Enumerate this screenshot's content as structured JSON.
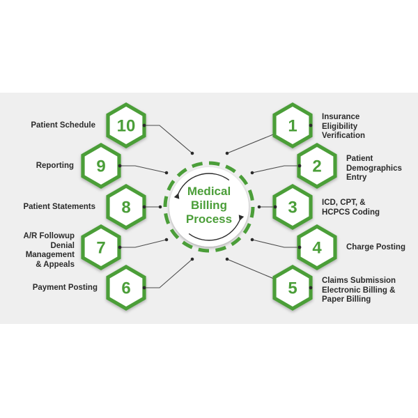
{
  "title_lines": [
    "Medical",
    "Billing",
    "Process"
  ],
  "colors": {
    "accent": "#4b9e39",
    "accent_light": "#7cc36a",
    "text": "#2b2b2b",
    "panel": "#efefef"
  },
  "steps": [
    {
      "number": "1",
      "label_lines": [
        "Insurance",
        "Eligibility",
        "Verification"
      ]
    },
    {
      "number": "2",
      "label_lines": [
        "Patient",
        "Demographics",
        "Entry"
      ]
    },
    {
      "number": "3",
      "label_lines": [
        "ICD, CPT, &",
        "HCPCS Coding"
      ]
    },
    {
      "number": "4",
      "label_lines": [
        "Charge Posting"
      ]
    },
    {
      "number": "5",
      "label_lines": [
        "Claims Submission",
        "Electronic Billing &",
        "Paper Billing"
      ]
    },
    {
      "number": "6",
      "label_lines": [
        "Payment Posting"
      ]
    },
    {
      "number": "7",
      "label_lines": [
        "A/R Followup",
        "Denial",
        "Management",
        "& Appeals"
      ]
    },
    {
      "number": "8",
      "label_lines": [
        "Patient Statements"
      ]
    },
    {
      "number": "9",
      "label_lines": [
        "Reporting"
      ]
    },
    {
      "number": "10",
      "label_lines": [
        "Patient Schedule"
      ]
    }
  ]
}
